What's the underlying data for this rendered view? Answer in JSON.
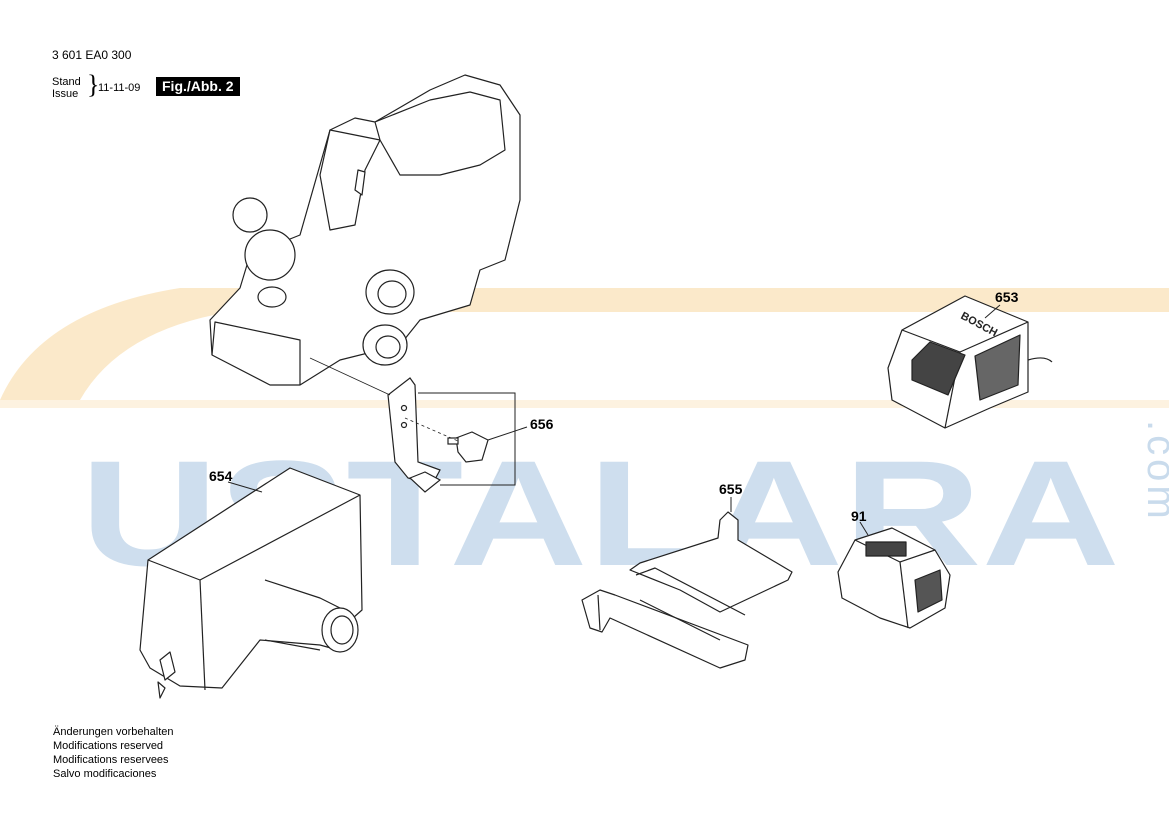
{
  "header": {
    "doc_number": "3 601 EA0 300",
    "stand_label": "Stand",
    "issue_label": "Issue",
    "brace": "}",
    "issue_date": "11-11-09",
    "fig_label": "Fig./Abb. 2"
  },
  "callouts": {
    "c653": "653",
    "c654": "654",
    "c655": "655",
    "c656": "656",
    "c91": "91"
  },
  "watermark": {
    "text": "USTALARA",
    "suffix": ".com",
    "colors": {
      "orange": "#fbe7c4",
      "blue": "#c9dbec"
    }
  },
  "charger_brand": "BOSCH",
  "footer": {
    "notes": [
      "Änderungen vorbehalten",
      "Modifications reserved",
      "Modifications reservees",
      "Salvo modificaciones"
    ]
  }
}
